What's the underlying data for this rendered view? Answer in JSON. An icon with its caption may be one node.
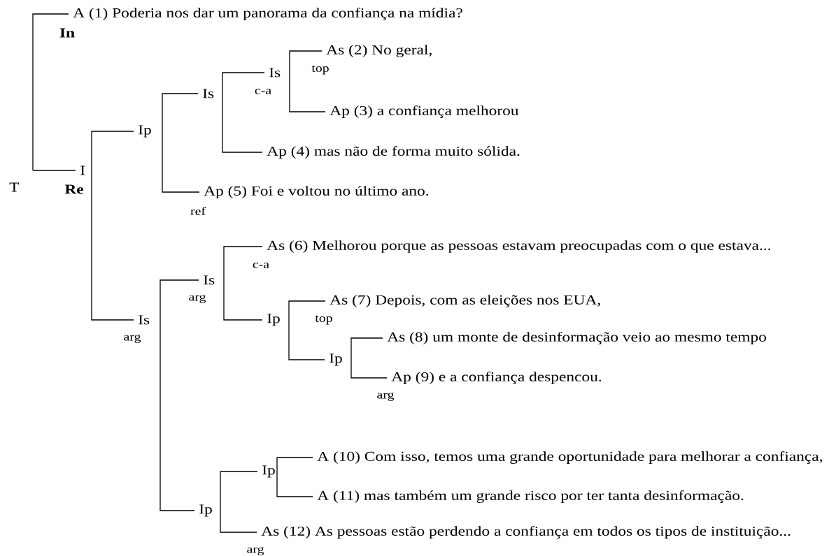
{
  "diagram": {
    "nodes": [
      {
        "text": [
          "T"
        ]
      },
      {
        "text": [
          "A (1) Poderia nos dar um panorama da confiança na mídia?"
        ]
      },
      {
        "text": [
          "I"
        ]
      },
      {
        "text": [
          "Ip"
        ]
      },
      {
        "text": [
          "Is"
        ]
      },
      {
        "text": [
          "Is"
        ]
      },
      {
        "text": [
          "As (2) No geral,"
        ]
      },
      {
        "text": [
          "Ap (3) a confiança melhorou"
        ]
      },
      {
        "text": [
          "Ap (4) mas não de forma muito sólida."
        ]
      },
      {
        "text": [
          "Ap (5) Foi e voltou no último ano."
        ]
      },
      {
        "text": [
          "Is"
        ]
      },
      {
        "text": [
          "Is"
        ]
      },
      {
        "text": [
          "As (6) Melhorou porque as pessoas estavam preocupadas com o que estava..."
        ]
      },
      {
        "text": [
          "Ip"
        ]
      },
      {
        "text": [
          "As (7) Depois, com as eleições nos EUA,"
        ]
      },
      {
        "text": [
          "Ip"
        ]
      },
      {
        "text": [
          "As (8) um monte de desinformação veio ao mesmo tempo"
        ]
      },
      {
        "text": [
          "Ap (9) e a confiança despencou."
        ]
      },
      {
        "text": [
          "Ip"
        ]
      },
      {
        "text": [
          "Ip"
        ]
      },
      {
        "text": [
          "A (10) Com isso, temos uma grande oportunidade para melhorar a confiança,"
        ]
      },
      {
        "text": [
          "A (11) mas também um grande risco por ter tanta desinformação."
        ]
      },
      {
        "text": [
          "As (12) As pessoas estão perdendo a confiança em todos os tipos de instituição..."
        ]
      }
    ],
    "edges": [
      {
        "from": 0,
        "to": 1,
        "arrow": "none",
        "label": "In"
      },
      {
        "from": 0,
        "to": 2,
        "arrow": "none",
        "label": "Re"
      },
      {
        "from": 2,
        "to": 3,
        "arrow": "none"
      },
      {
        "from": 2,
        "to": 10,
        "arrow": "none",
        "label": "arg"
      },
      {
        "from": 3,
        "to": 4,
        "arrow": "none"
      },
      {
        "from": 3,
        "to": 9,
        "arrow": "none",
        "label": "ref"
      },
      {
        "from": 4,
        "to": 5,
        "arrow": "none",
        "label": "c-a"
      },
      {
        "from": 4,
        "to": 8,
        "arrow": "none"
      },
      {
        "from": 5,
        "to": 6,
        "arrow": "none",
        "label": "top"
      },
      {
        "from": 5,
        "to": 7,
        "arrow": "none"
      },
      {
        "from": 10,
        "to": 11,
        "arrow": "none",
        "label": "arg"
      },
      {
        "from": 10,
        "to": 18,
        "arrow": "none"
      },
      {
        "from": 11,
        "to": 12,
        "arrow": "none",
        "label": "c-a"
      },
      {
        "from": 11,
        "to": 13,
        "arrow": "none"
      },
      {
        "from": 13,
        "to": 14,
        "arrow": "none",
        "label": "top"
      },
      {
        "from": 13,
        "to": 15,
        "arrow": "none"
      },
      {
        "from": 15,
        "to": 16,
        "arrow": "none"
      },
      {
        "from": 15,
        "to": 17,
        "arrow": "none",
        "label": "arg"
      },
      {
        "from": 18,
        "to": 19,
        "arrow": "none"
      },
      {
        "from": 18,
        "to": 22,
        "arrow": "none",
        "label": "arg"
      },
      {
        "from": 19,
        "to": 20,
        "arrow": "none"
      },
      {
        "from": 19,
        "to": 21,
        "arrow": "none"
      }
    ]
  }
}
